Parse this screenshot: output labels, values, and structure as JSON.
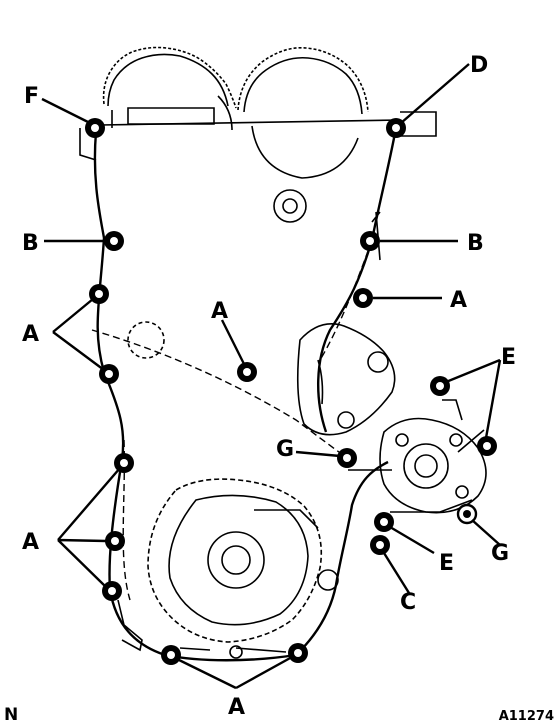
{
  "figure": {
    "bolt_labels": {
      "a": "A",
      "b": "B",
      "c": "C",
      "d": "D",
      "e": "E",
      "f": "F",
      "g": "G"
    },
    "orientation_mark": "N",
    "figure_id": "A11274"
  },
  "colors": {
    "ink": "#000000",
    "background": "#ffffff"
  }
}
